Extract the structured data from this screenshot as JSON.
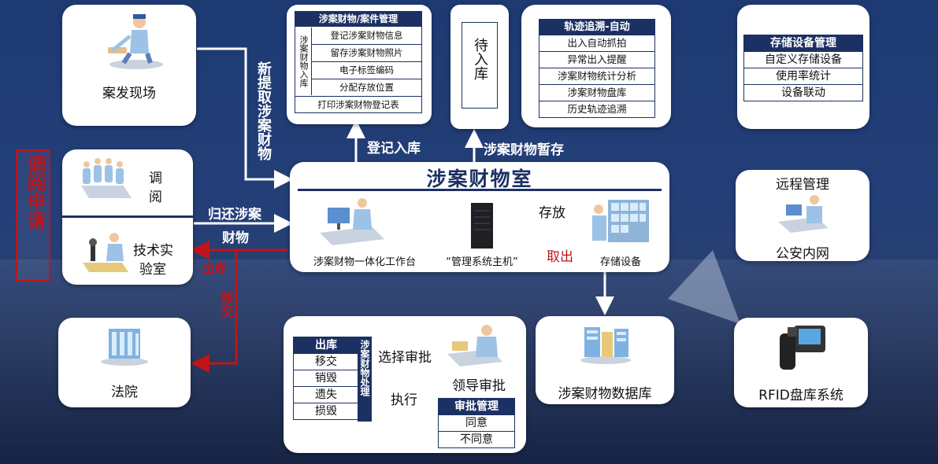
{
  "scene": {
    "label": "案发现场"
  },
  "review": {
    "label_top": "调",
    "label_bottom": "阅"
  },
  "lab": {
    "line1": "技术实",
    "line2": "验室"
  },
  "court": {
    "label": "法院"
  },
  "apply_label": "调阅申请",
  "new_extract": "新提取涉案财物",
  "return_label_1": "归还涉案",
  "return_label_2": "财物",
  "outbound_label": "出库",
  "transfer_label": "移交",
  "reg_in": "登记入库",
  "temp_storage": "涉案财物暂存",
  "case_mgmt": {
    "title": "涉案财物/案件管理",
    "side": "涉案财物入库",
    "rows": [
      "登记涉案财物信息",
      "留存涉案财物照片",
      "电子标签编码",
      "分配存放位置"
    ],
    "footer": "打印涉案财物登记表"
  },
  "pending": {
    "label": "待入库"
  },
  "track": {
    "title": "轨迹追溯-自动",
    "rows": [
      "出入自动抓拍",
      "异常出入提醒",
      "涉案财物统计分析",
      "涉案财物盘库",
      "历史轨迹追溯"
    ]
  },
  "storage_mgmt": {
    "title": "存储设备管理",
    "rows": [
      "自定义存储设备",
      "使用率统计",
      "设备联动"
    ]
  },
  "room": {
    "title": "涉案财物室",
    "workstation": "涉案财物一体化工作台",
    "host": "“管理系统主机”",
    "storage": "存储设备",
    "store": "存放",
    "take": "取出"
  },
  "remote": {
    "title": "远程管理",
    "net": "公安内网"
  },
  "dispose": {
    "header": "出库",
    "rows": [
      "移交",
      "销毁",
      "遗失",
      "损毁"
    ],
    "side": "涉案财物处理",
    "select": "选择审批",
    "execute": "执行",
    "leader": "领导审批",
    "approval_title": "审批管理",
    "approval_rows": [
      "同意",
      "不同意"
    ]
  },
  "database": {
    "label": "涉案财物数据库"
  },
  "rfid": {
    "label": "RFID盘库系统"
  },
  "colors": {
    "navy": "#1c3163",
    "red": "#c0141a",
    "bg": "#243f78"
  }
}
